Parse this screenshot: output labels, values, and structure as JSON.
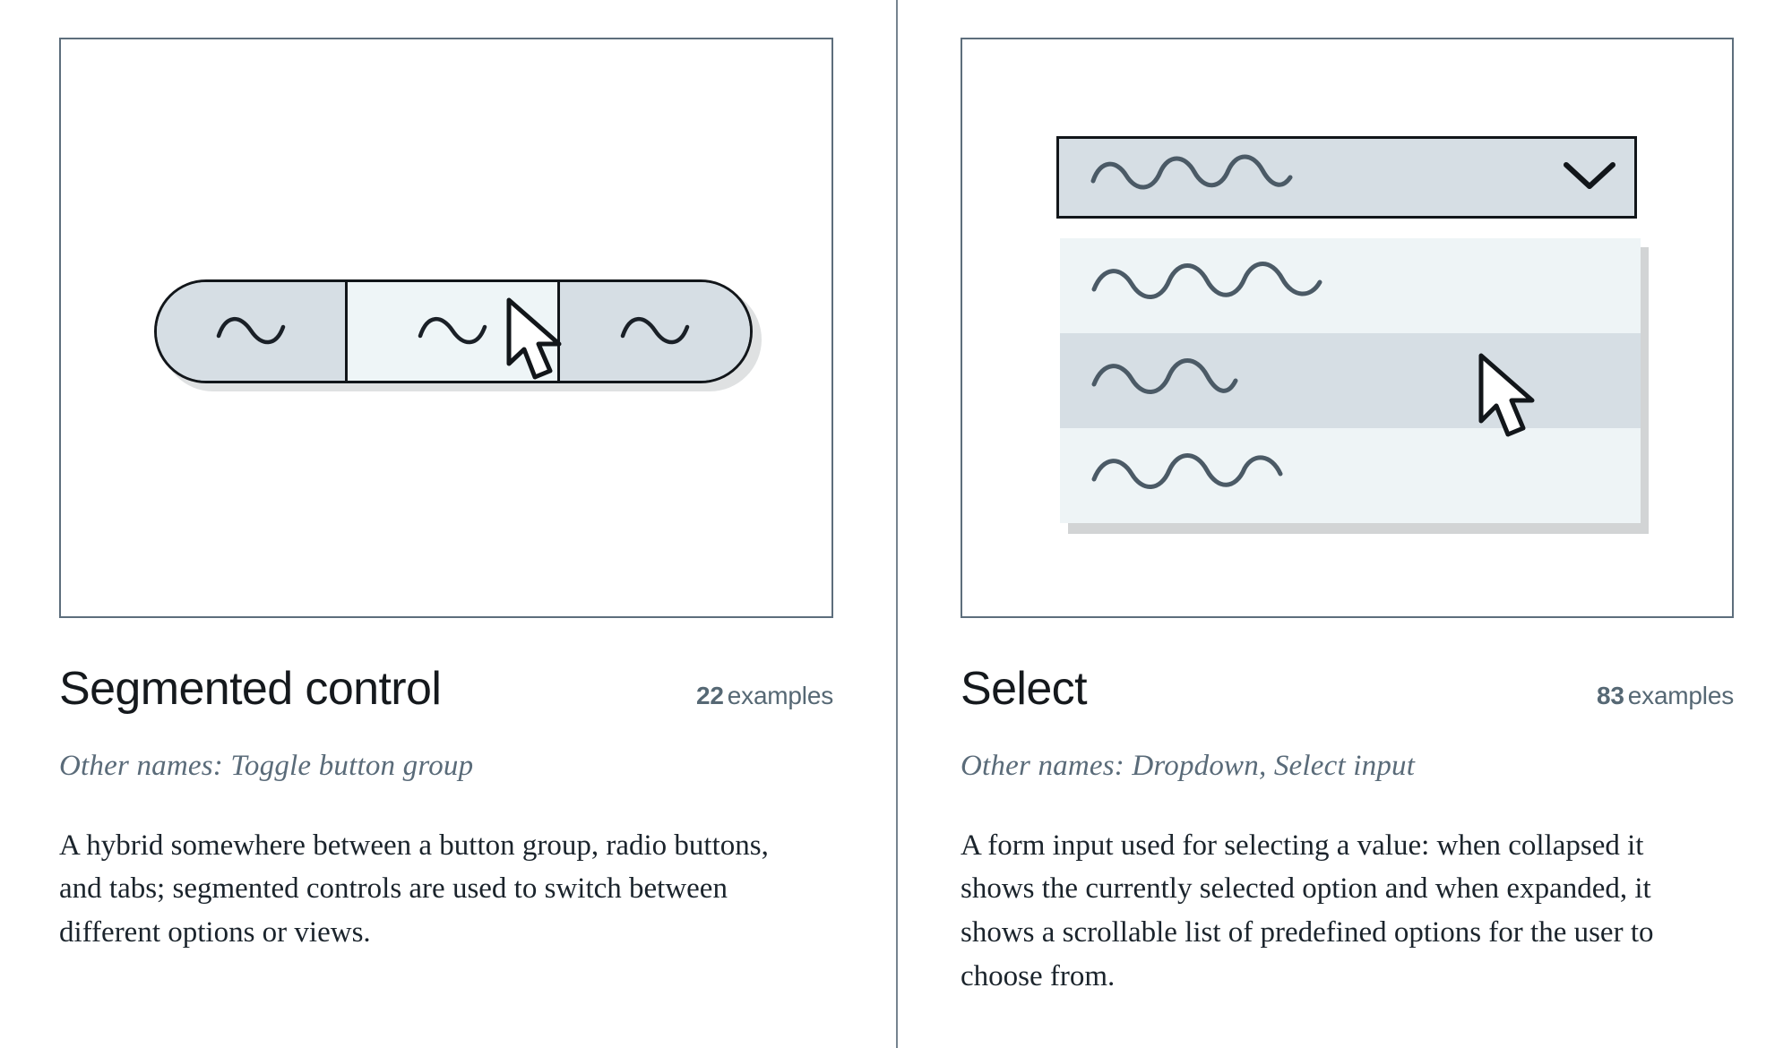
{
  "cards": [
    {
      "id": "segmented-control",
      "title": "Segmented control",
      "examples_count": "22",
      "examples_word": "examples",
      "other_names": "Other names: Toggle button group",
      "description": "A hybrid somewhere between a button group, radio buttons, and tabs; segmented controls are used to switch between different options or views.",
      "illustration": {
        "type": "segmented-control",
        "segments": [
          {
            "state": "inactive",
            "icon": "squiggle-icon"
          },
          {
            "state": "active",
            "icon": "squiggle-icon"
          },
          {
            "state": "inactive",
            "icon": "squiggle-icon"
          }
        ],
        "cursor": "arrow-pointer-icon"
      }
    },
    {
      "id": "select",
      "title": "Select",
      "examples_count": "83",
      "examples_word": "examples",
      "other_names": "Other names: Dropdown, Select input",
      "description": "A form input used for selecting a value: when collapsed it shows the currently selected option and when expanded, it shows a scrollable list of predefined options for the user to choose from.",
      "illustration": {
        "type": "select",
        "header": {
          "icon": "squiggle-icon",
          "chevron": "chevron-down-icon"
        },
        "options": [
          {
            "state": "normal",
            "icon": "squiggle-icon"
          },
          {
            "state": "highlighted",
            "icon": "squiggle-icon"
          },
          {
            "state": "normal",
            "icon": "squiggle-icon"
          }
        ],
        "cursor": "arrow-pointer-icon"
      }
    }
  ],
  "colors": {
    "frame_border": "#5d6e7c",
    "divider": "#76838f",
    "control_fill": "#d6dee4",
    "control_active_fill": "#eef5f7",
    "control_outline": "#12161a",
    "title": "#15191d",
    "muted": "#566874",
    "other_names": "#5a6b79",
    "body": "#1b242c",
    "squiggle": "#4b5a66"
  }
}
